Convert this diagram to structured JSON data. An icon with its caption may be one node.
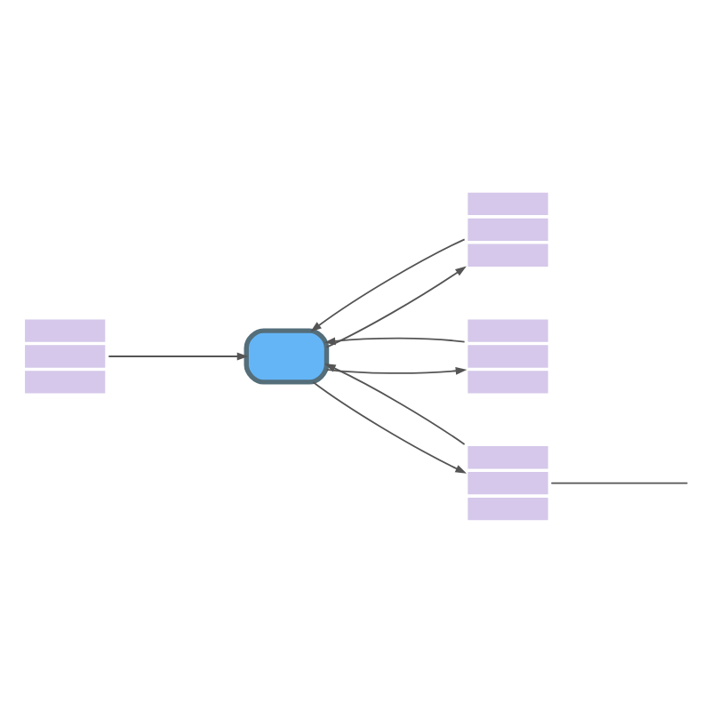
{
  "diagram": {
    "nodes": [
      {
        "text": [],
        "shape": "server"
      },
      {
        "text": [],
        "shape": "server"
      },
      {
        "text": [],
        "shape": "laptop"
      },
      {
        "text": [],
        "shape": "server"
      },
      {
        "text": [],
        "shape": "server"
      }
    ],
    "edges": [
      {
        "from": 0,
        "to": 2,
        "arrow": "to"
      },
      {
        "from": 2,
        "to": 1,
        "arrow": "to"
      },
      {
        "from": 1,
        "to": 2,
        "arrow": "to"
      },
      {
        "from": 2,
        "to": 3,
        "arrow": "to"
      },
      {
        "from": 3,
        "to": 2,
        "arrow": "to"
      },
      {
        "from": 2,
        "to": 4,
        "arrow": "to"
      },
      {
        "from": 4,
        "to": 2,
        "arrow": "to"
      },
      {
        "from": 4,
        "to": null,
        "arrow": "none"
      }
    ]
  }
}
